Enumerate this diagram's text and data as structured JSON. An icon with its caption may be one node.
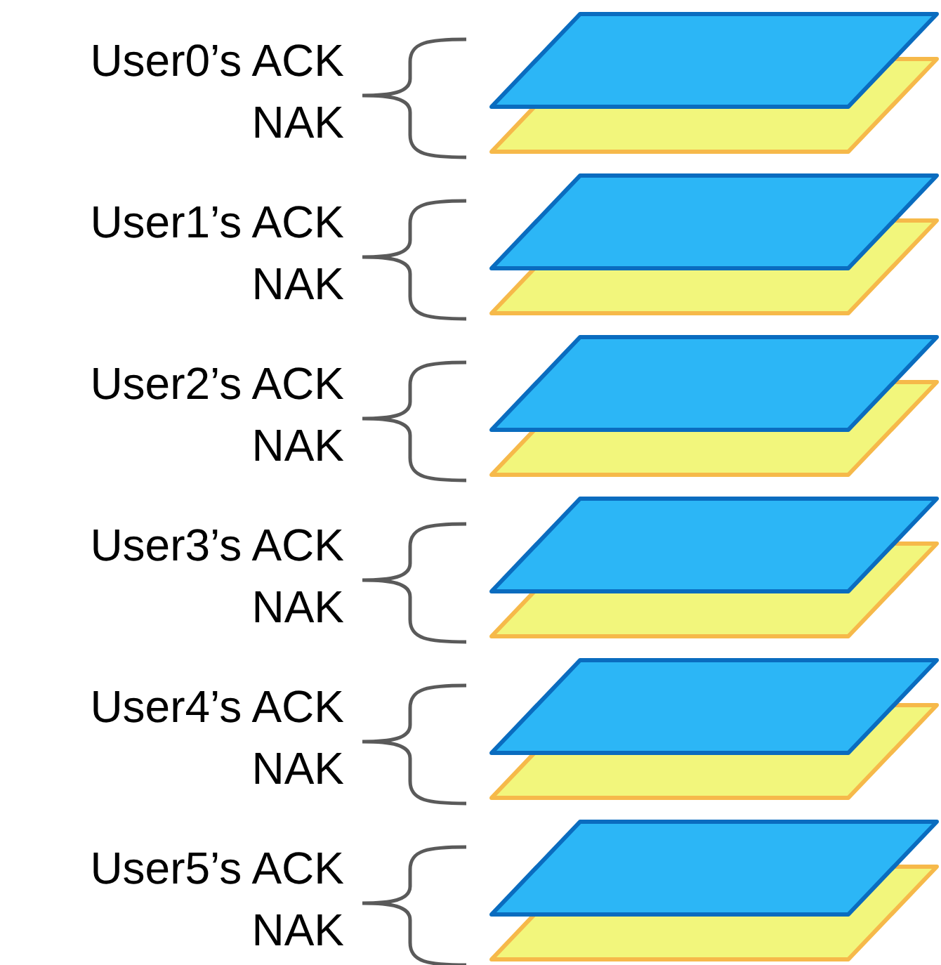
{
  "diagram": {
    "nodes": [
      {
        "text": [],
        "shape": "parallelogram"
      },
      {
        "text": [],
        "shape": "parallelogram"
      },
      {
        "text": [],
        "shape": "parallelogram"
      },
      {
        "text": [],
        "shape": "parallelogram"
      },
      {
        "text": [],
        "shape": "parallelogram"
      },
      {
        "text": [],
        "shape": "parallelogram"
      },
      {
        "text": [],
        "shape": "parallelogram"
      },
      {
        "text": [],
        "shape": "parallelogram"
      },
      {
        "text": [],
        "shape": "parallelogram"
      },
      {
        "text": [],
        "shape": "parallelogram"
      },
      {
        "text": [],
        "shape": "parallelogram"
      },
      {
        "text": [],
        "shape": "parallelogram"
      }
    ],
    "labels": [
      "User0’s ACK",
      "NAK",
      "User1’s ACK",
      "NAK",
      "User2’s ACK",
      "NAK",
      "User3’s ACK",
      "NAK",
      "User4’s ACK",
      "NAK",
      "User5’s ACK",
      "NAK"
    ]
  }
}
